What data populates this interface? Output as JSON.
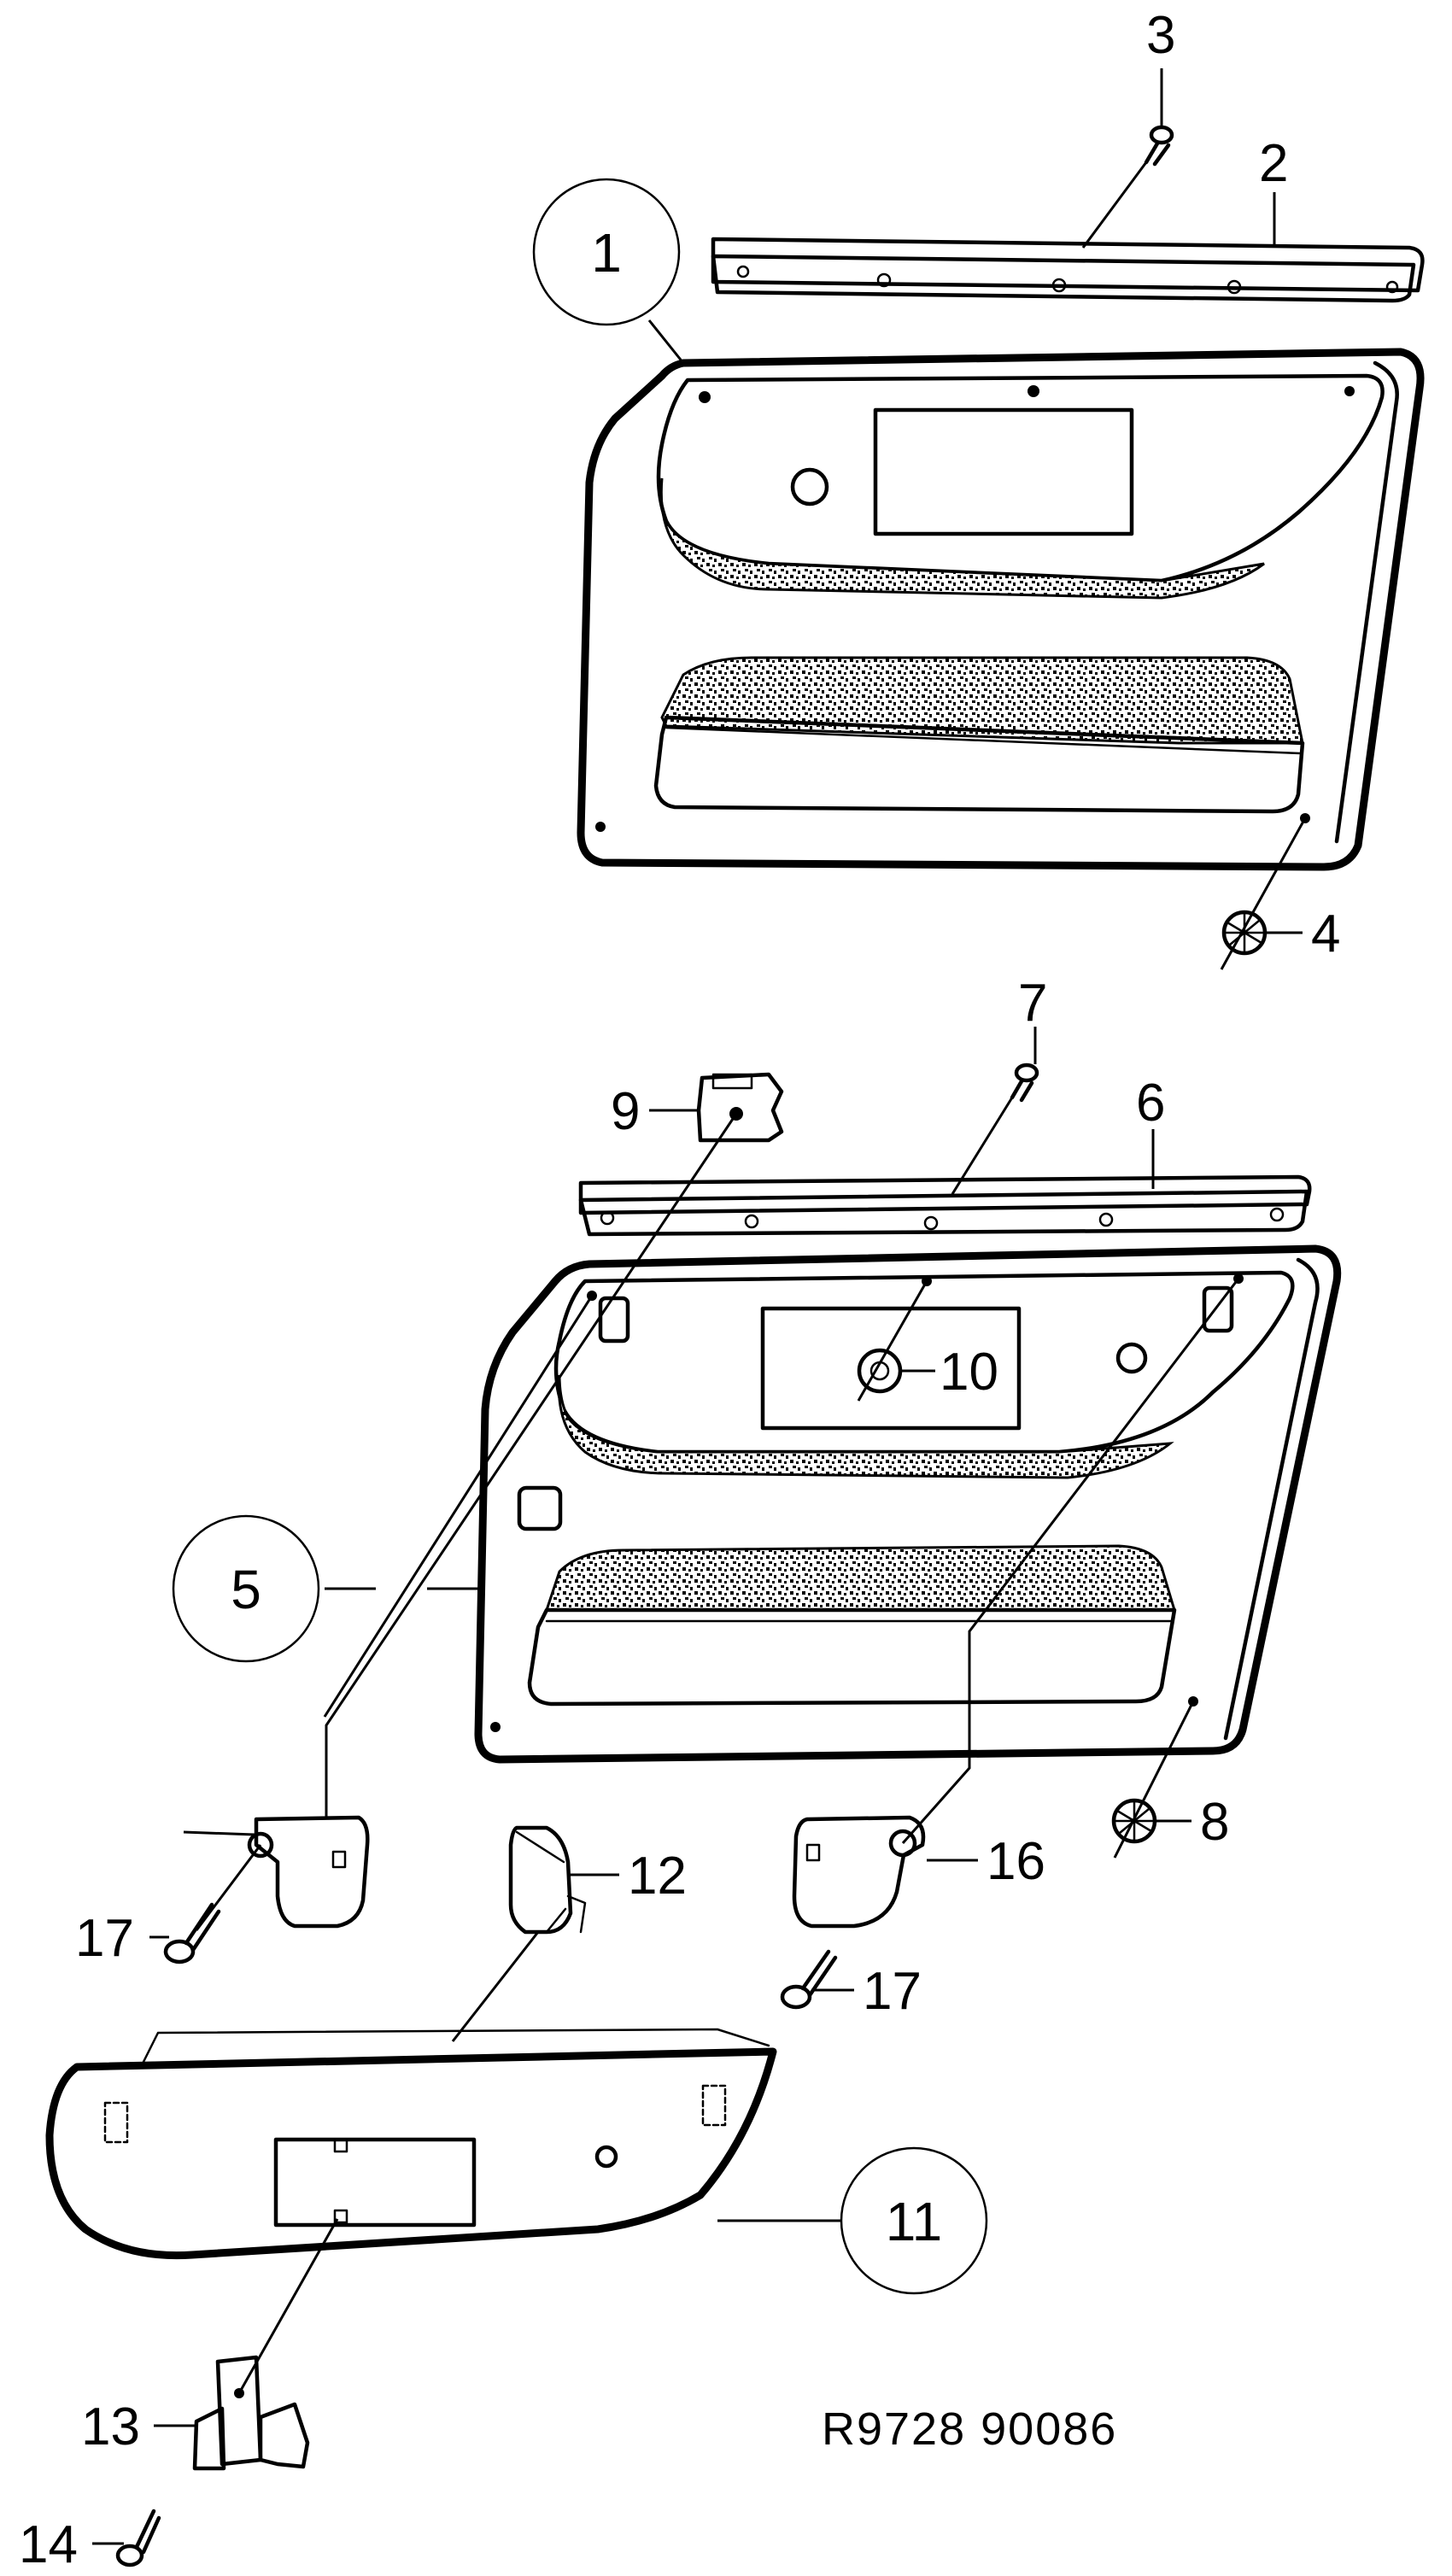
{
  "callouts": {
    "c1": "1",
    "c2": "2",
    "c3": "3",
    "c4": "4",
    "c5": "5",
    "c6": "6",
    "c7": "7",
    "c8": "8",
    "c9": "9",
    "c10": "10",
    "c11": "11",
    "c12": "12",
    "c13": "13",
    "c14": "14",
    "c16": "16",
    "c17a": "17",
    "c17b": "17"
  },
  "reference": "R9728  90086"
}
